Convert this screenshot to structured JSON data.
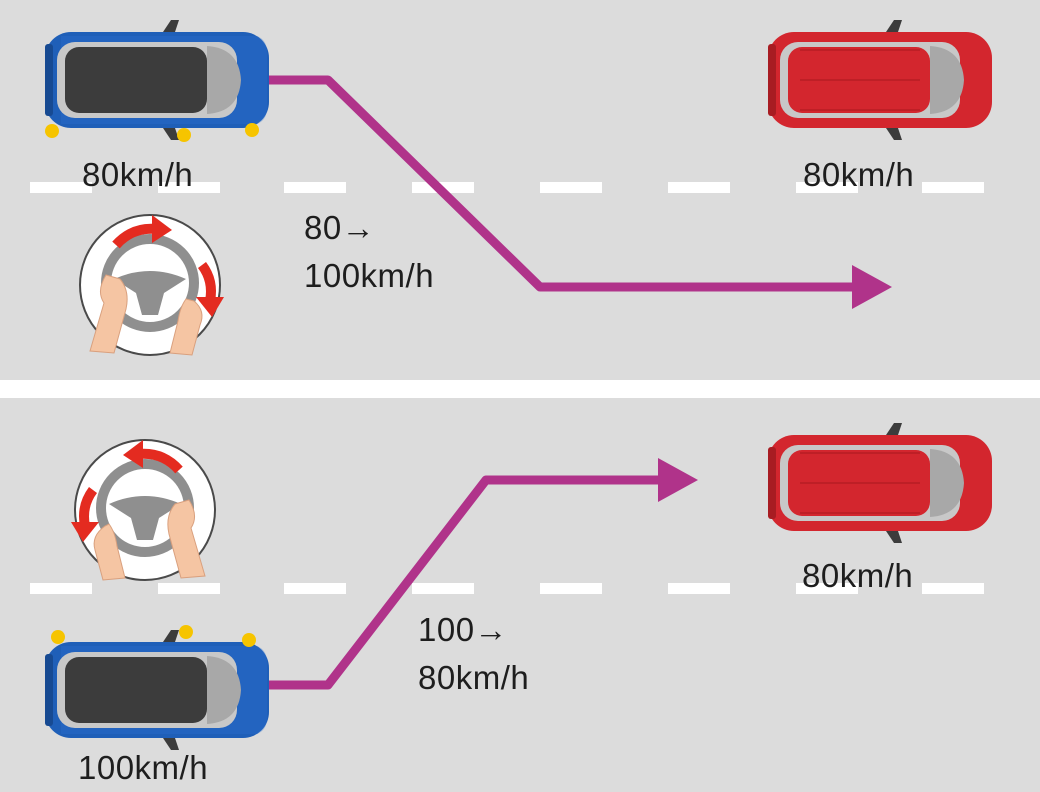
{
  "colors": {
    "road": "#dcdcdc",
    "separator": "#ffffff",
    "lane_dash": "#ffffff",
    "path": "#b0338a",
    "own_car": "#1f5fb8",
    "other_car": "#d3262e",
    "indicator": "#f6c400",
    "turn_arrow": "#e42b20",
    "wheel": "#8f8f8f",
    "skin": "#f5c5a3"
  },
  "top_scene": {
    "own_car_speed": "80km/h",
    "other_car_speed": "80km/h",
    "speed_change": {
      "from": "80→",
      "to": "100km/h"
    },
    "steering_icon": "steering-wheel-turn-right-icon"
  },
  "bottom_scene": {
    "own_car_speed": "100km/h",
    "other_car_speed": "80km/h",
    "speed_change": {
      "from": "100→",
      "to": "80km/h"
    },
    "steering_icon": "steering-wheel-turn-left-icon"
  }
}
